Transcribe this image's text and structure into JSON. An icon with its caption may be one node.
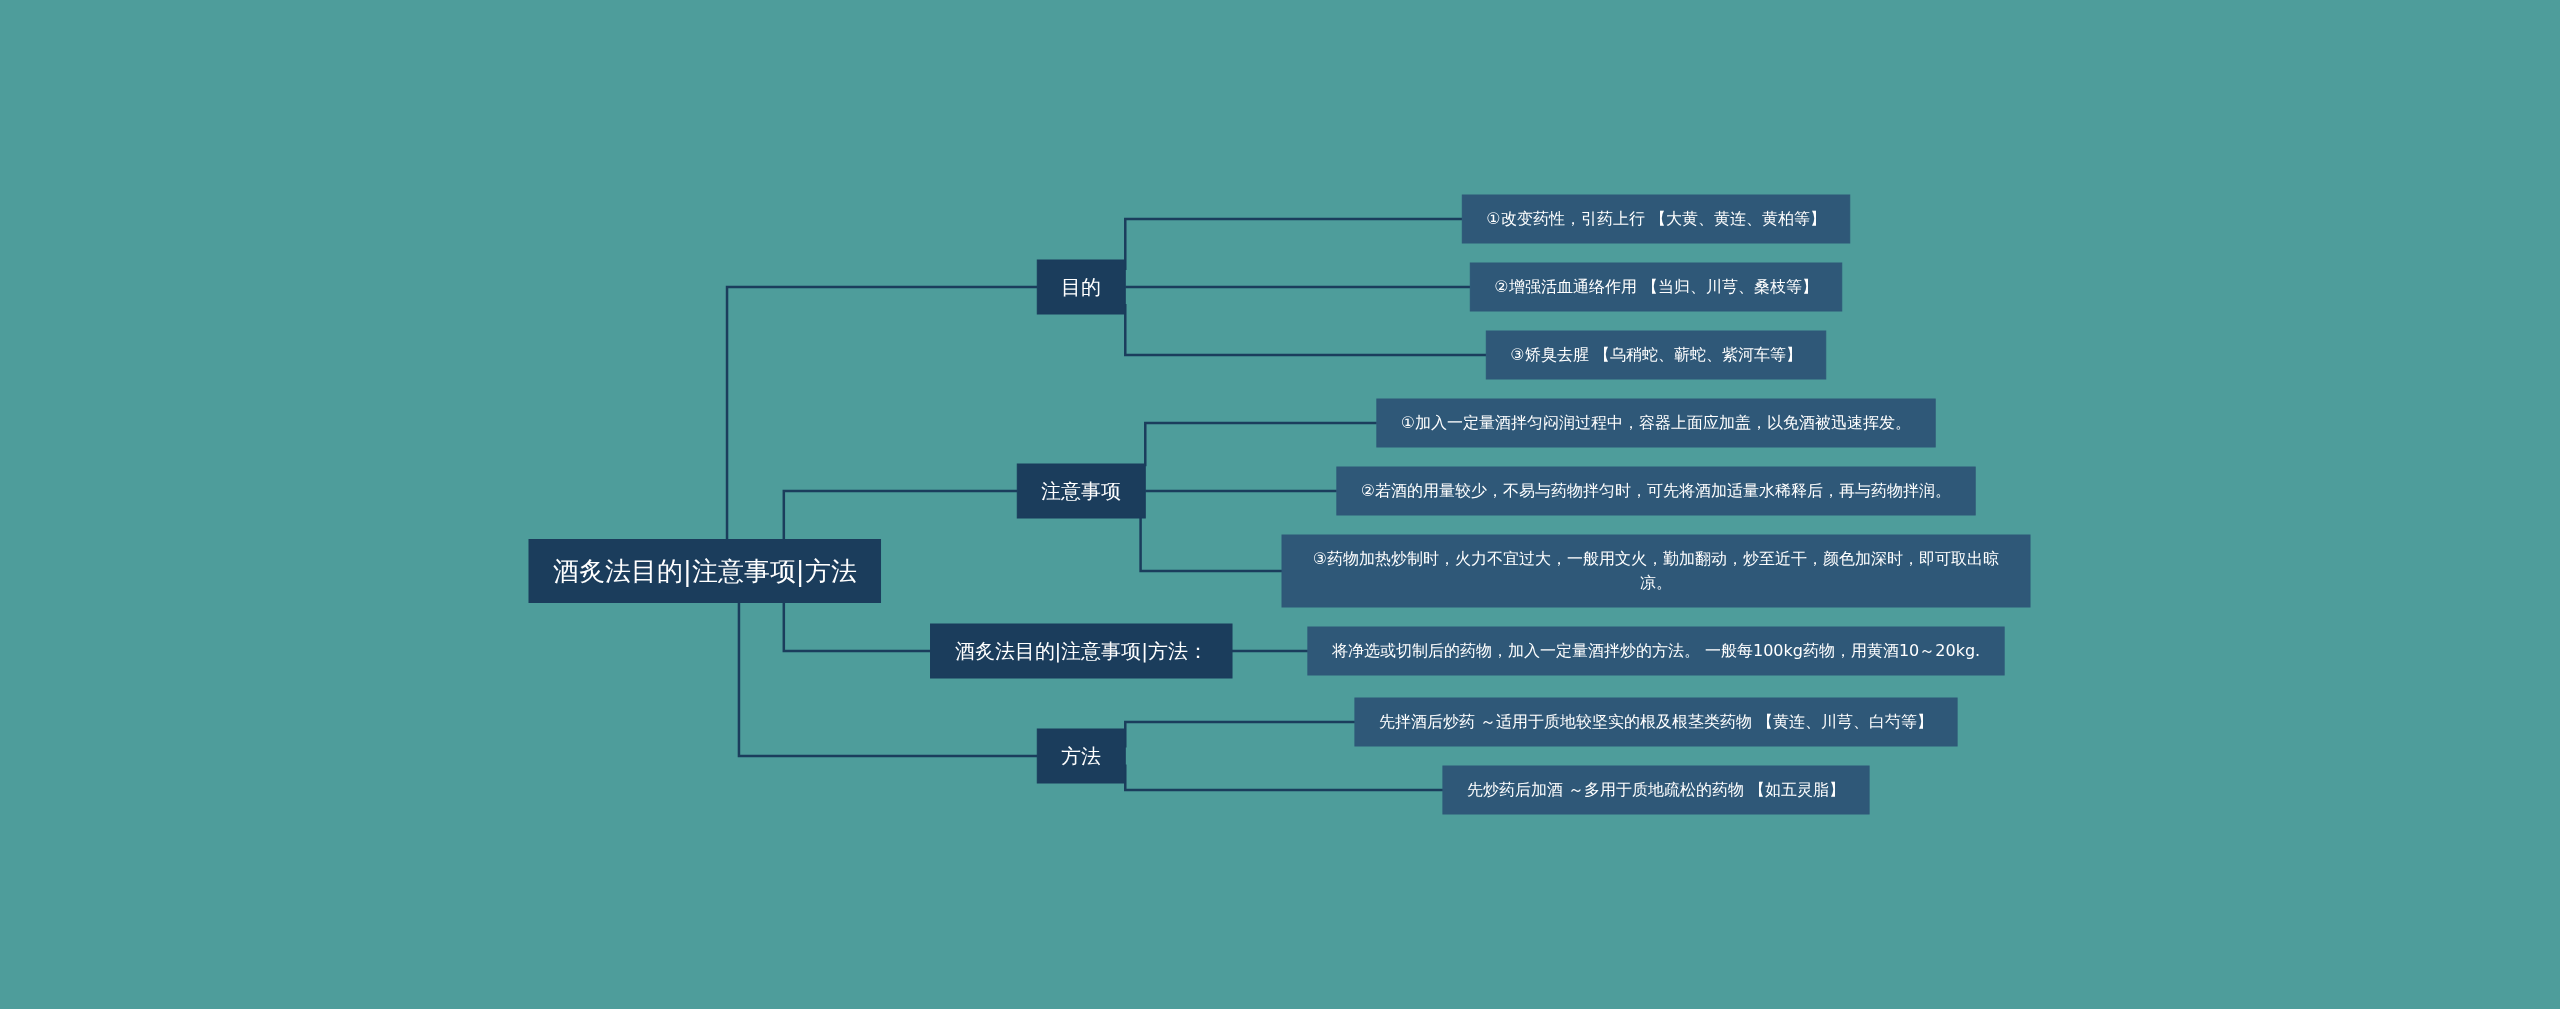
{
  "diagram": {
    "nodes": [
      {
        "text": [
          "酒炙法目的|注意事项|方法"
        ]
      },
      {
        "text": [
          "目的"
        ]
      },
      {
        "text": [
          "①改变药性，引药上行 【大黄、黄连、黄柏等】"
        ]
      },
      {
        "text": [
          "②增强活血通络作用 【当归、川芎、桑枝等】"
        ]
      },
      {
        "text": [
          "③矫臭去腥 【乌稍蛇、蕲蛇、紫河车等】"
        ]
      },
      {
        "text": [
          "注意事项"
        ]
      },
      {
        "text": [
          "①加入一定量酒拌匀闷润过程中，容器上面应加盖，以免酒被迅速挥发。"
        ]
      },
      {
        "text": [
          "②若酒的用量较少，不易与药物拌匀时，可先将酒加适量水稀释后，再与药物拌润。"
        ]
      },
      {
        "text": [
          "③药物加热炒制时，火力不宜过大，一般用文火，勤加翻动，炒至近干，颜色加深时，即可取出晾凉。"
        ]
      },
      {
        "text": [
          "酒炙法目的|注意事项|方法："
        ]
      },
      {
        "text": [
          "将净选或切制后的药物，加入一定量酒拌炒的方法。 一般每100kg药物，用黄酒10～20kg."
        ]
      },
      {
        "text": [
          "方法"
        ]
      },
      {
        "text": [
          "先拌酒后炒药 ～适用于质地较坚实的根及根茎类药物 【黄连、川芎、白芍等】"
        ]
      },
      {
        "text": [
          "先炒药后加酒 ～多用于质地疏松的药物 【如五灵脂】"
        ]
      }
    ],
    "edges": [
      {
        "from": 0,
        "to": 1,
        "arrow": "none"
      },
      {
        "from": 1,
        "to": 2,
        "arrow": "none"
      },
      {
        "from": 1,
        "to": 3,
        "arrow": "none"
      },
      {
        "from": 1,
        "to": 4,
        "arrow": "none"
      },
      {
        "from": 0,
        "to": 5,
        "arrow": "none"
      },
      {
        "from": 5,
        "to": 6,
        "arrow": "none"
      },
      {
        "from": 5,
        "to": 7,
        "arrow": "none"
      },
      {
        "from": 5,
        "to": 8,
        "arrow": "none"
      },
      {
        "from": 0,
        "to": 9,
        "arrow": "none"
      },
      {
        "from": 9,
        "to": 10,
        "arrow": "none"
      },
      {
        "from": 0,
        "to": 11,
        "arrow": "none"
      },
      {
        "from": 11,
        "to": 12,
        "arrow": "none"
      },
      {
        "from": 11,
        "to": 13,
        "arrow": "none"
      }
    ]
  }
}
